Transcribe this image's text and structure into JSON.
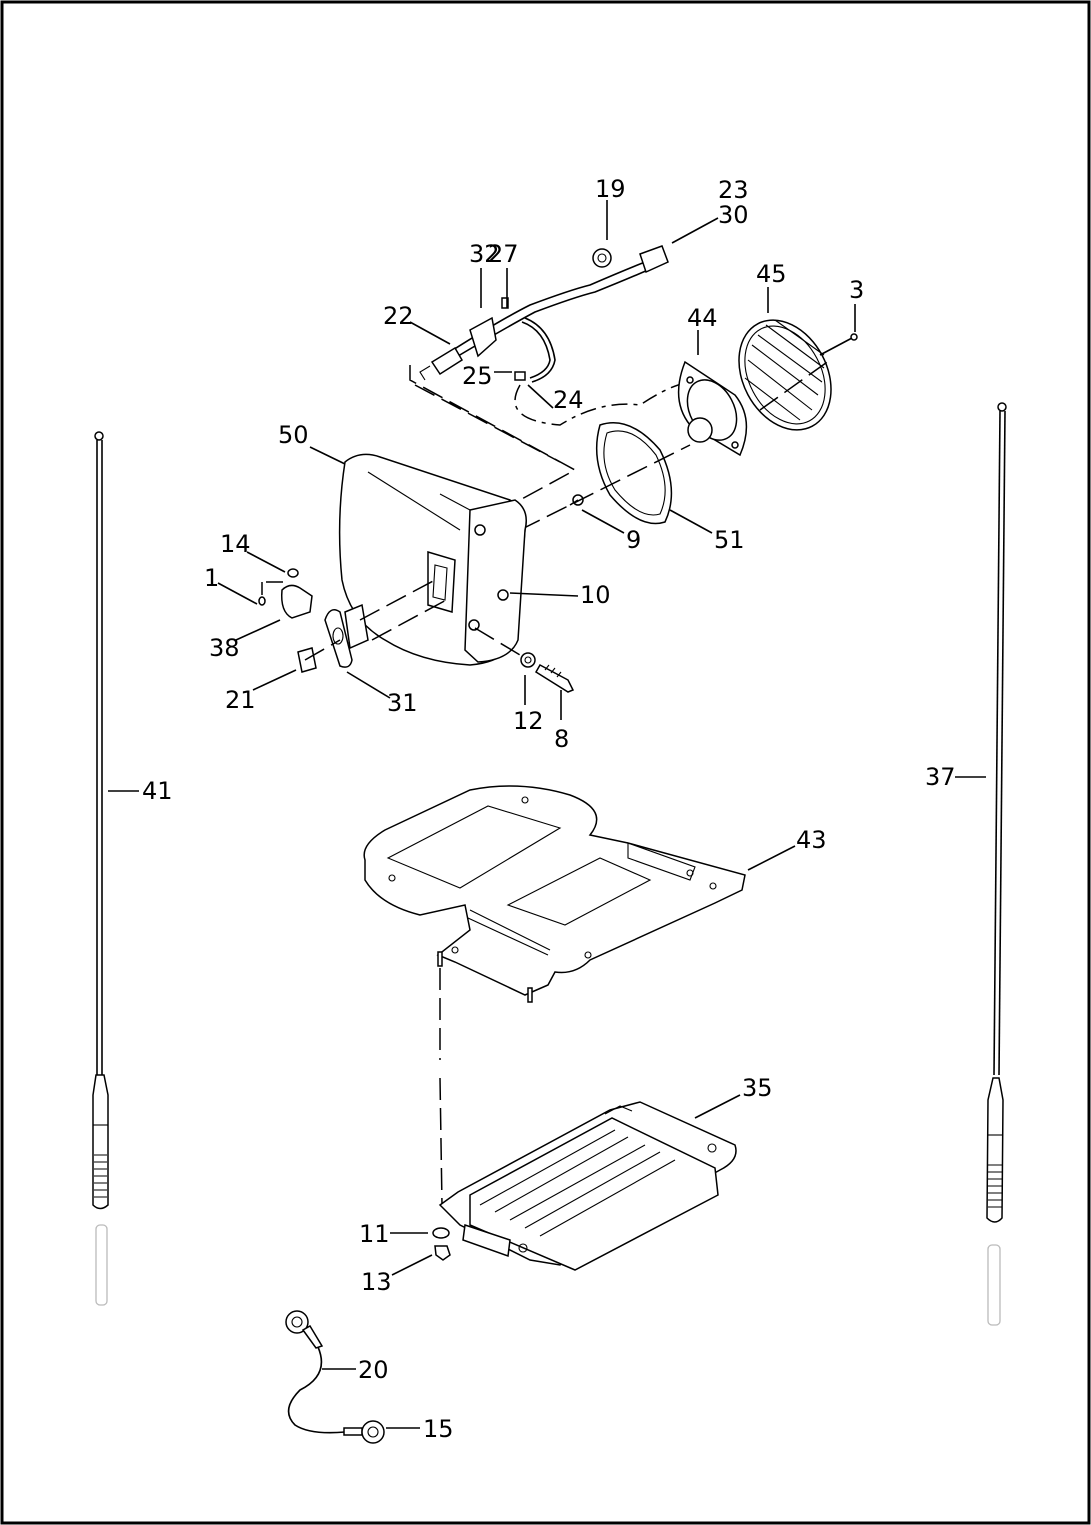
{
  "callouts": {
    "c1": "1",
    "c3": "3",
    "c8": "8",
    "c9": "9",
    "c10": "10",
    "c11": "11",
    "c12": "12",
    "c13": "13",
    "c14": "14",
    "c15": "15",
    "c19": "19",
    "c20": "20",
    "c21": "21",
    "c22": "22",
    "c23": "23",
    "c24": "24",
    "c25": "25",
    "c27": "27",
    "c30": "30",
    "c31": "31",
    "c32": "32",
    "c35": "35",
    "c37": "37",
    "c38": "38",
    "c41": "41",
    "c43": "43",
    "c44": "44",
    "c45": "45",
    "c50": "50",
    "c51": "51"
  }
}
